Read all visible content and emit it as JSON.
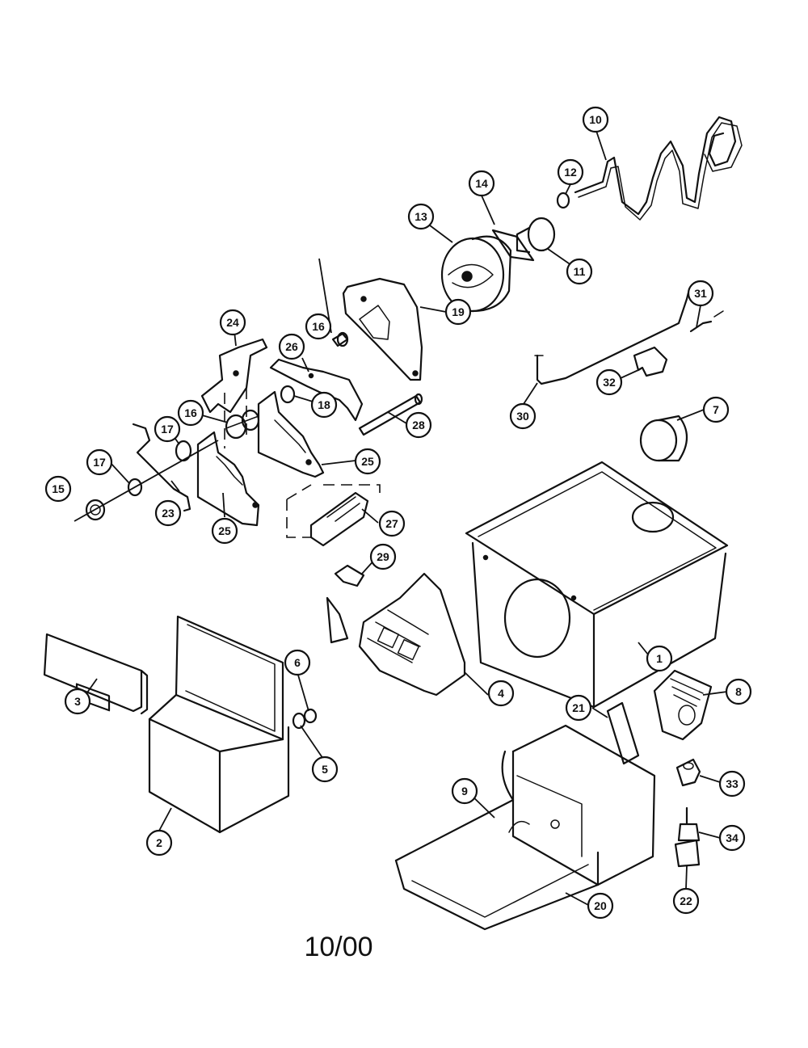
{
  "footer": {
    "date_code": "10/00"
  },
  "callouts": [
    {
      "label": "1"
    },
    {
      "label": "2"
    },
    {
      "label": "3"
    },
    {
      "label": "4"
    },
    {
      "label": "5"
    },
    {
      "label": "6"
    },
    {
      "label": "7"
    },
    {
      "label": "8"
    },
    {
      "label": "9"
    },
    {
      "label": "10"
    },
    {
      "label": "11"
    },
    {
      "label": "12"
    },
    {
      "label": "13"
    },
    {
      "label": "14"
    },
    {
      "label": "15"
    },
    {
      "label": "16"
    },
    {
      "label": "16"
    },
    {
      "label": "17"
    },
    {
      "label": "17"
    },
    {
      "label": "18"
    },
    {
      "label": "19"
    },
    {
      "label": "20"
    },
    {
      "label": "21"
    },
    {
      "label": "22"
    },
    {
      "label": "23"
    },
    {
      "label": "24"
    },
    {
      "label": "25"
    },
    {
      "label": "25"
    },
    {
      "label": "26"
    },
    {
      "label": "27"
    },
    {
      "label": "28"
    },
    {
      "label": "29"
    },
    {
      "label": "30"
    },
    {
      "label": "31"
    },
    {
      "label": "32"
    },
    {
      "label": "33"
    },
    {
      "label": "34"
    }
  ]
}
